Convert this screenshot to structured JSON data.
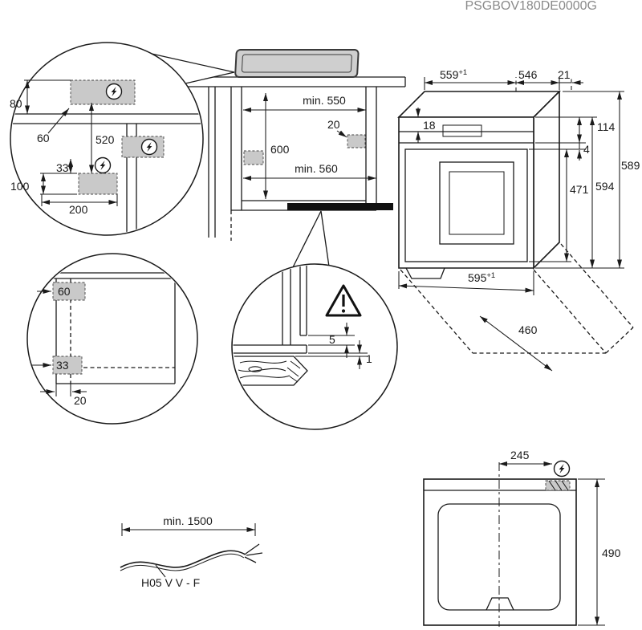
{
  "part_number": "PSGBOV180DE0000G",
  "colors": {
    "line": "#1a1a1a",
    "shaded_zone": "#c9c9c9",
    "part_number": "#8a8a8a",
    "highlight": "#111111"
  },
  "icons": {
    "electrical": "circled-lightning-bolt",
    "warning": "warning-triangle"
  },
  "electrical_detail": {
    "dim_80": "80",
    "dim_60": "60",
    "dim_520": "520",
    "dim_33": "33",
    "dim_100": "100",
    "dim_200": "200"
  },
  "niche": {
    "dim_width": "min. 550",
    "dim_height": "600",
    "dim_20": "20",
    "dim_depth": "min. 560"
  },
  "oven": {
    "dim_559": "559",
    "dim_559_tol": "+1",
    "dim_546": "546",
    "dim_21": "21",
    "dim_18": "18",
    "dim_114": "114",
    "dim_4": "4",
    "dim_471": "471",
    "dim_594": "594",
    "dim_589": "589",
    "dim_595": "595",
    "dim_595_tol": "+1",
    "dim_460": "460"
  },
  "corner_detail": {
    "dim_60": "60",
    "dim_33": "33",
    "dim_20": "20"
  },
  "gap_detail": {
    "dim_5": "5",
    "dim_1": "1"
  },
  "cable": {
    "dim_length": "min. 1500",
    "cable_type": "H05 V V - F"
  },
  "top_view": {
    "dim_245": "245",
    "dim_490": "490"
  }
}
